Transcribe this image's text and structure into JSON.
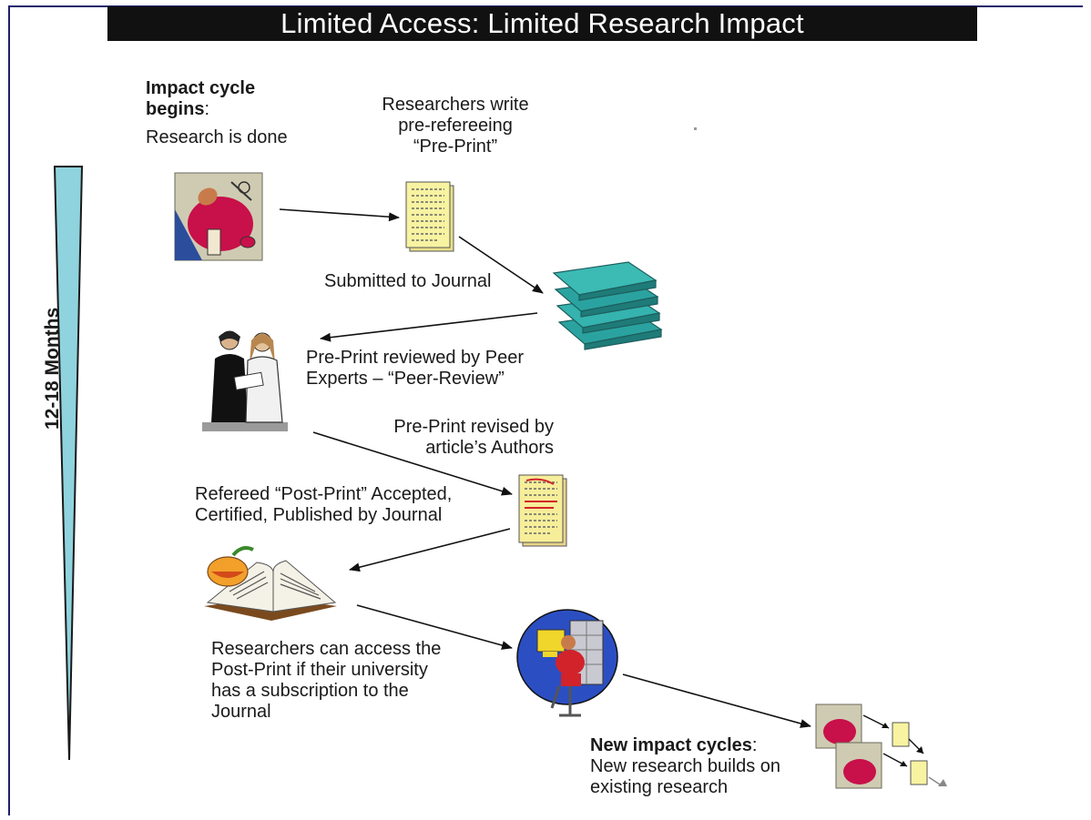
{
  "title": "Limited Access: Limited Research Impact",
  "timeline": {
    "label": "12-18 Months"
  },
  "steps": {
    "research_done": {
      "heading_line1": "Impact cycle",
      "heading_line2": "begins",
      "colon": ":",
      "line3": "Research is done"
    },
    "preprint": {
      "line1": "Researchers write",
      "line2": "pre-refereeing",
      "line3": "“Pre-Print”"
    },
    "submitted": {
      "line1": "Submitted to Journal"
    },
    "peer_review": {
      "line1": "Pre-Print reviewed by Peer",
      "line2": "Experts – “Peer-Review”"
    },
    "revised": {
      "line1": "Pre-Print revised by",
      "line2": "article’s Authors"
    },
    "accepted": {
      "line1": "Refereed “Post-Print” Accepted,",
      "line2": "Certified, Published by Journal"
    },
    "access": {
      "line1": "Researchers can access the",
      "line2": "Post-Print if their university",
      "line3": "has a subscription to the",
      "line4": "Journal"
    },
    "new_cycles": {
      "heading": "New impact cycles",
      "colon": ":",
      "line2": "New research builds on",
      "line3": "existing research"
    }
  },
  "colors": {
    "title_bar": "#111111",
    "timeline": "#8fd3de",
    "journal_books": "#2aa3a0",
    "paper": "#f7f3a1",
    "researcher_shirt": "#c8104a",
    "frame": "#1b1f6b"
  },
  "icons": [
    "researcher-clipart-icon",
    "preprint-document-icon",
    "journal-books-icon",
    "peer-reviewers-icon",
    "revised-document-icon",
    "open-book-icon",
    "computer-user-icon",
    "new-cycles-icon"
  ]
}
